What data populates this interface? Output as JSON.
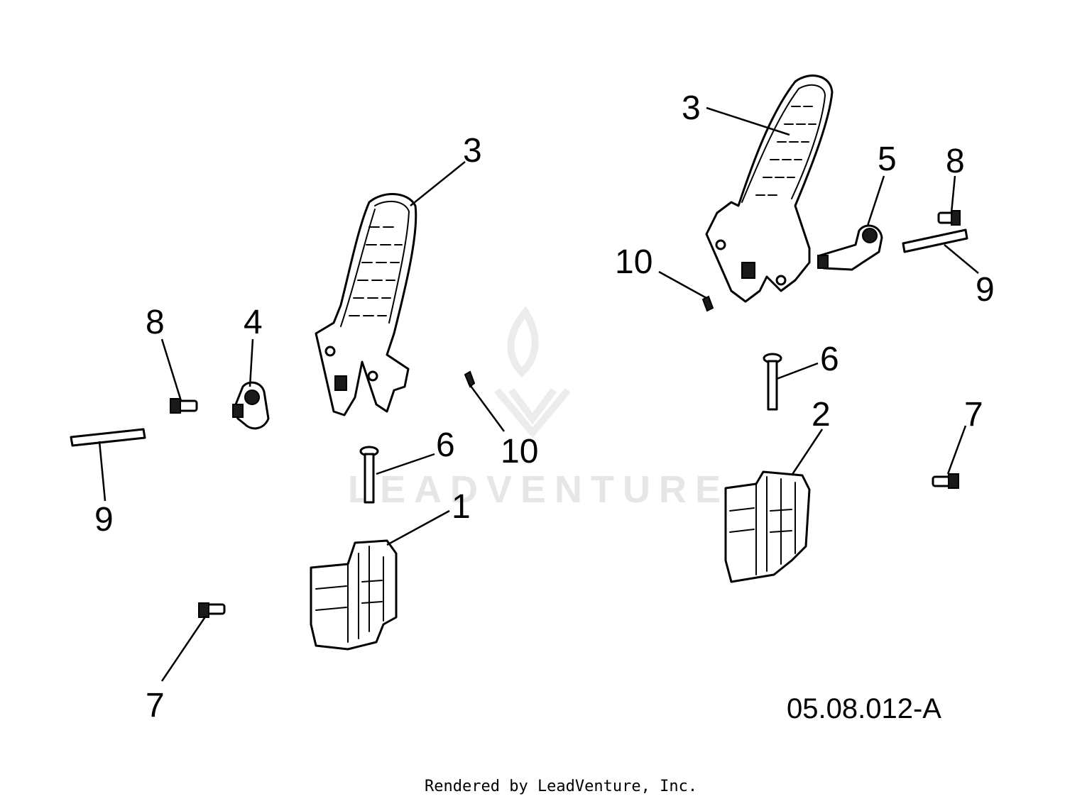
{
  "diagram_code": "05.08.012-A",
  "credit": "Rendered by LeadVenture, Inc.",
  "watermark_text": "LEADVENTURE",
  "callouts": {
    "left_pedal": "3",
    "left_bracket": "4",
    "left_bolt_8": "8",
    "left_pin_9": "9",
    "left_pin_6": "6",
    "left_clip_10": "10",
    "left_housing_1": "1",
    "left_bolt_7": "7",
    "right_pedal": "3",
    "right_bracket": "5",
    "right_bolt_8": "8",
    "right_pin_9": "9",
    "right_clip_10": "10",
    "right_pin_6": "6",
    "right_housing_2": "2",
    "right_bolt_7": "7"
  },
  "colors": {
    "line": "#000000",
    "background": "#ffffff",
    "watermark": "#e6e6e6"
  }
}
